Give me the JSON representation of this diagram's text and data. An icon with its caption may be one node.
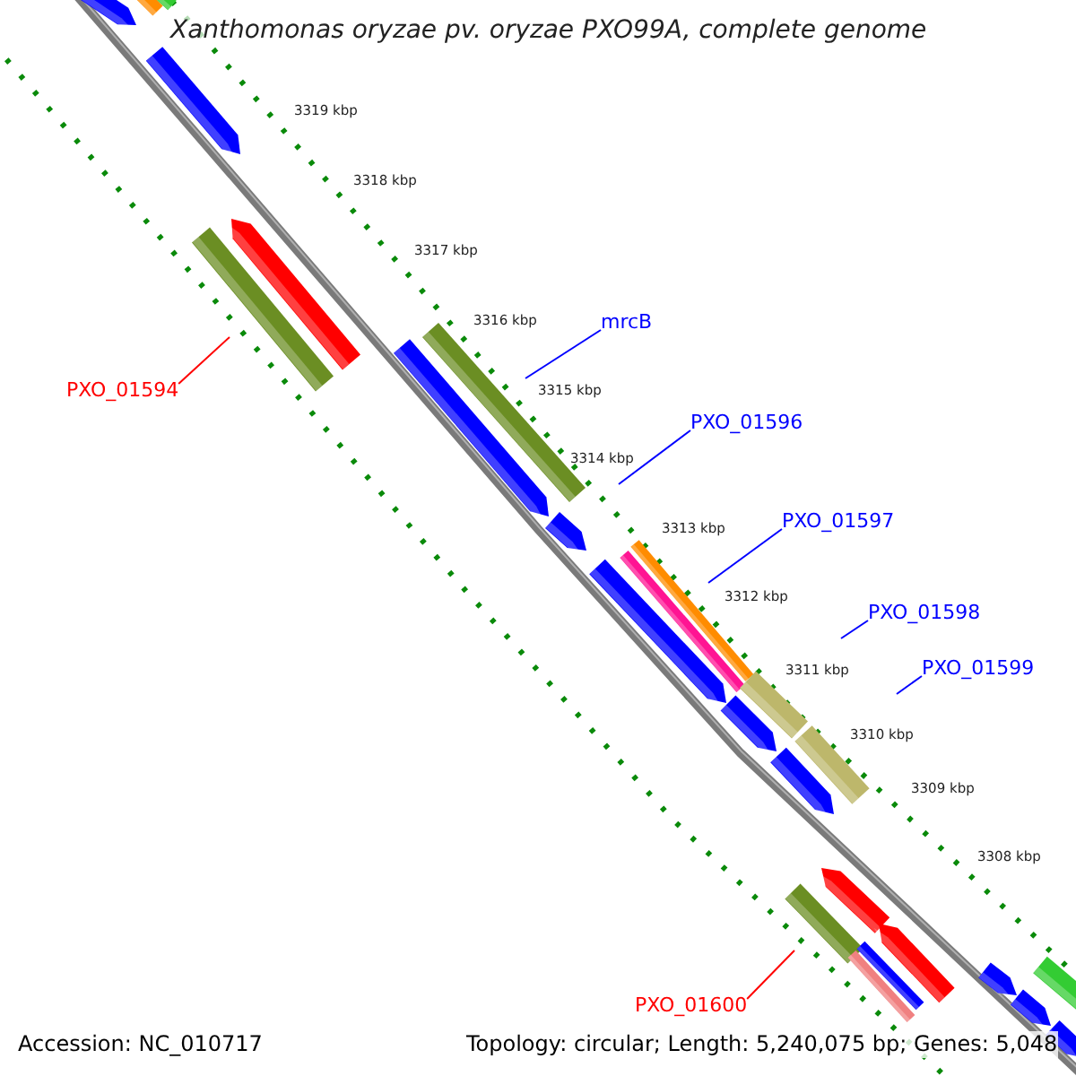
{
  "diagram": {
    "title": "Xanthomonas oryzae pv. oryzae PXO99A, complete genome",
    "nodes": [
      {
        "text": [
          "PXO_01594"
        ]
      },
      {
        "text": [
          "mrcB"
        ]
      },
      {
        "text": [
          "PXO_01596"
        ]
      },
      {
        "text": [
          "PXO_01597"
        ]
      },
      {
        "text": [
          "PXO_01598"
        ]
      },
      {
        "text": [
          "PXO_01599"
        ]
      },
      {
        "text": [
          "PXO_01600"
        ]
      }
    ],
    "edges": [
      {
        "from": 0,
        "to": null,
        "arrow": "none",
        "color": "#ff0000"
      },
      {
        "from": 1,
        "to": null,
        "arrow": "none"
      },
      {
        "from": 2,
        "to": null,
        "arrow": "none"
      },
      {
        "from": 3,
        "to": null,
        "arrow": "none"
      },
      {
        "from": 4,
        "to": null,
        "arrow": "none"
      },
      {
        "from": 5,
        "to": null,
        "arrow": "none"
      },
      {
        "from": 6,
        "to": null,
        "arrow": "none",
        "color": "#ff0000"
      }
    ],
    "labels": [
      "3319 kbp",
      "3318 kbp",
      "3317 kbp",
      "3316 kbp",
      "3315 kbp",
      "3314 kbp",
      "3313 kbp",
      "3312 kbp",
      "3311 kbp",
      "3310 kbp",
      "3309 kbp",
      "3308 kbp",
      "Accession: NC_010717",
      "Topology: circular; Length: 5,240,075 bp; Genes: 5,048"
    ]
  }
}
